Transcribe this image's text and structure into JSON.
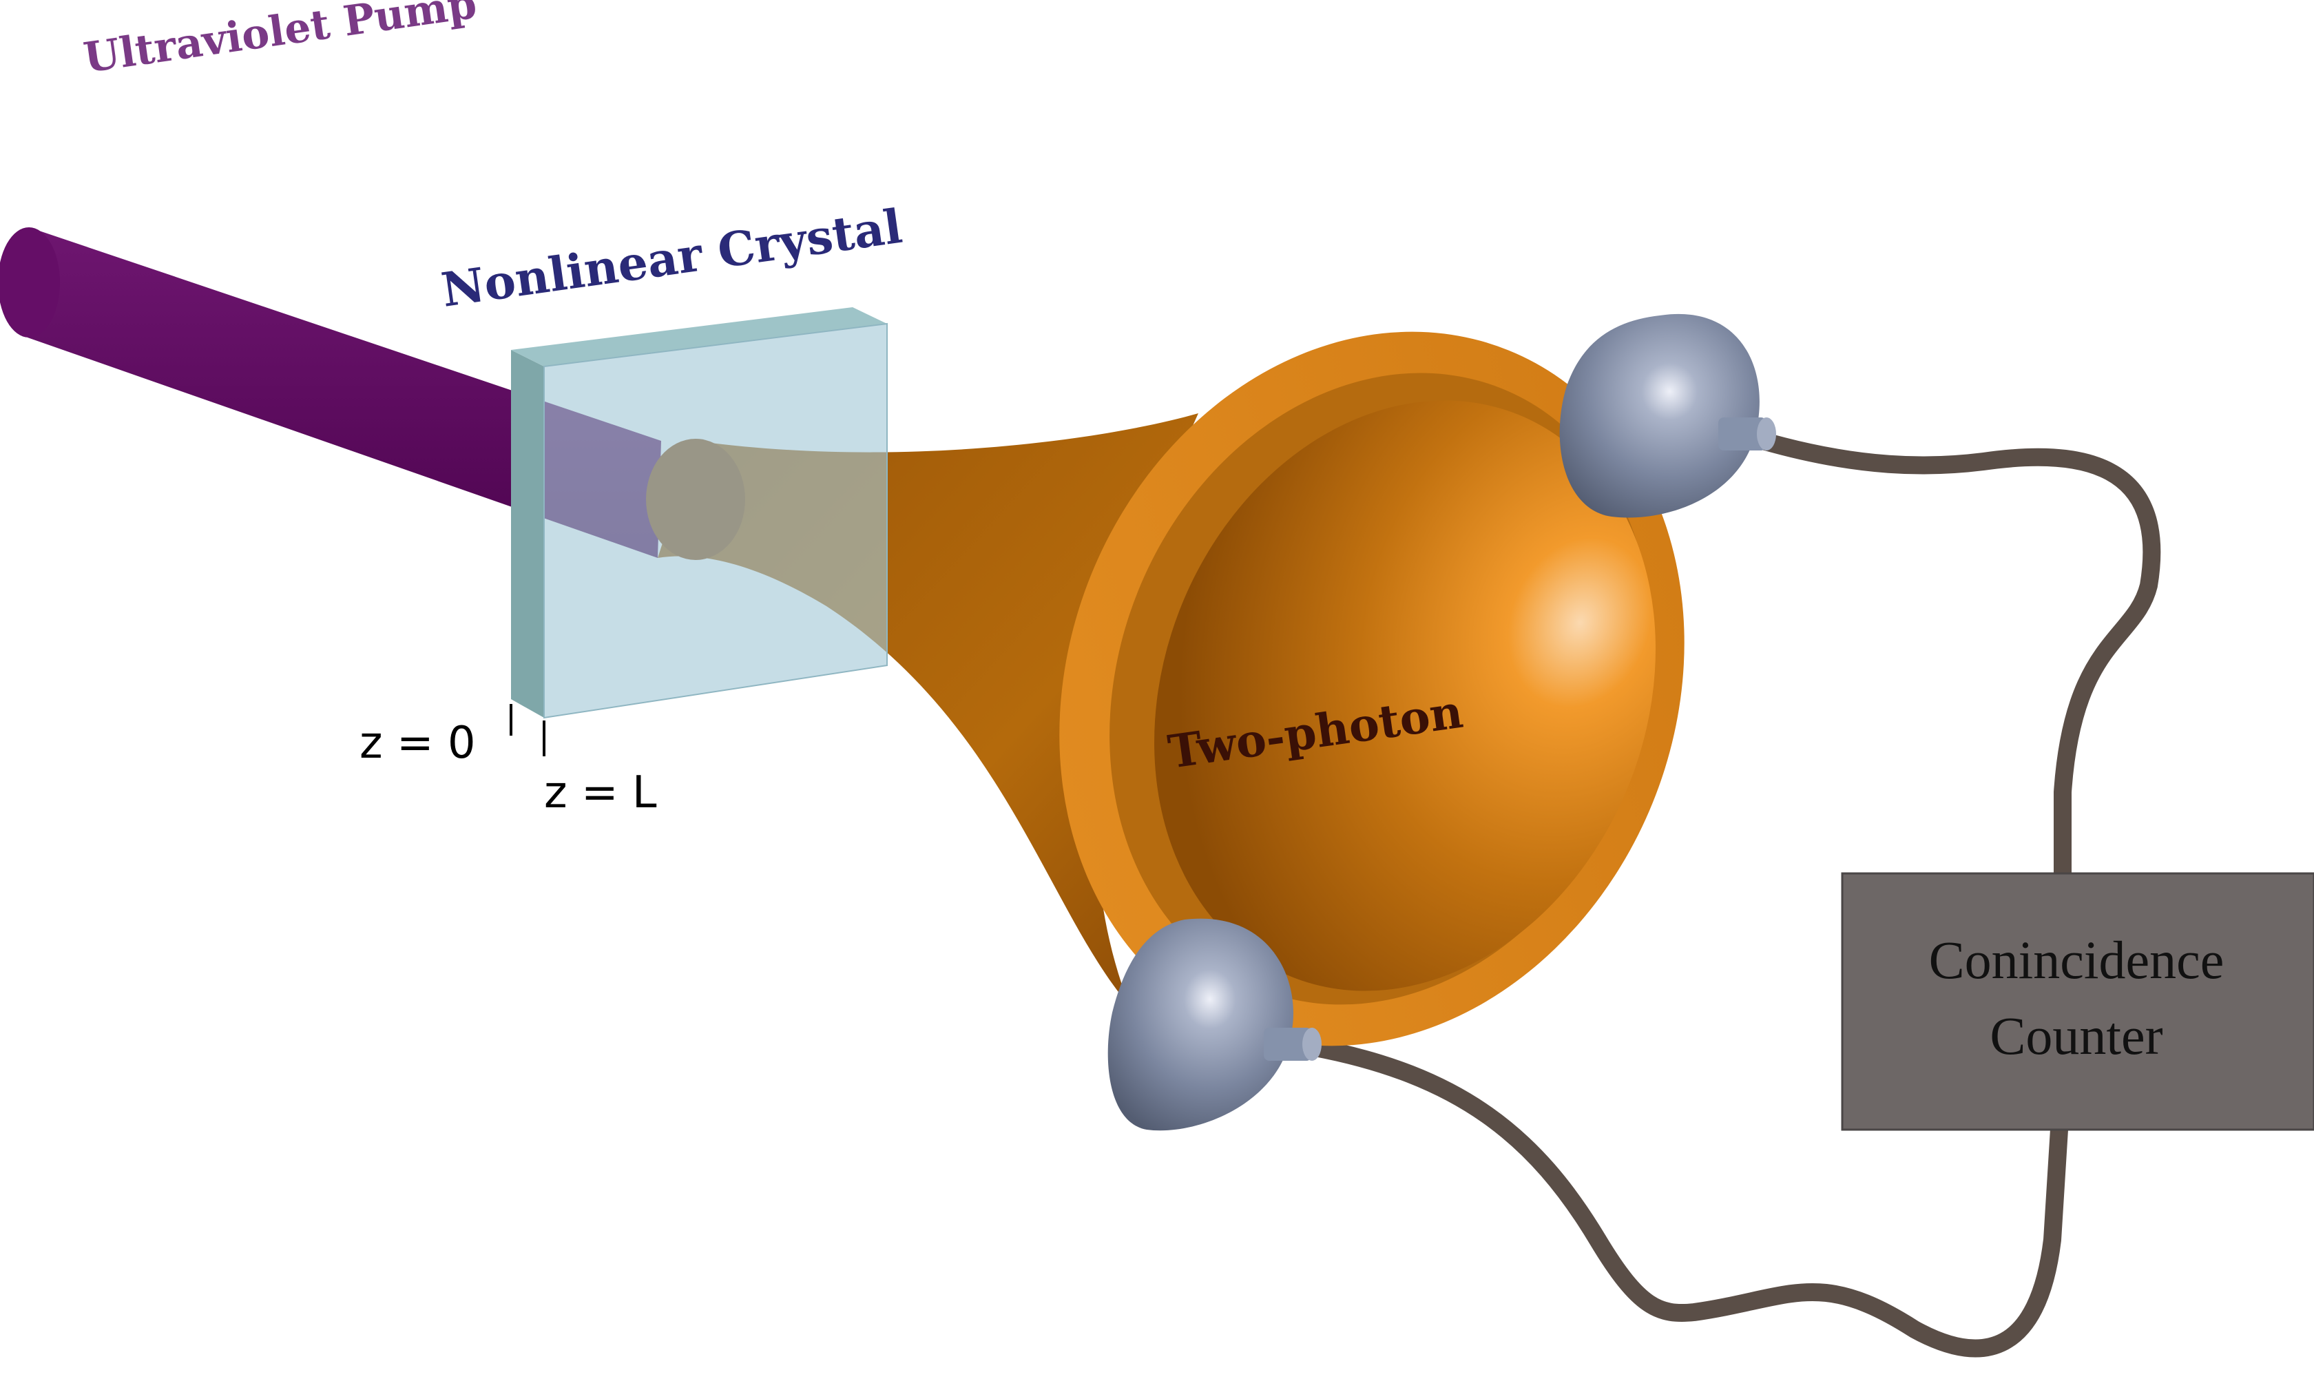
{
  "labels": {
    "pump": "Ultraviolet Pump",
    "crystal": "Nonlinear Crystal",
    "z0": "z = 0",
    "zL": "z = L",
    "cone": "Two-photon",
    "counter_line1": "Conincidence",
    "counter_line2": "Counter"
  },
  "colors": {
    "pump_label": "#7a3a86",
    "crystal_label": "#2a2a78",
    "cone_label": "#3a1006",
    "pump_beam": "#5c0a5e",
    "crystal_face": "#a3c8d6",
    "crystal_side": "#7fa7a9",
    "cone_orange": "#d5831a",
    "cone_dark": "#8a4a06",
    "detector": "#7e8aa3",
    "cable": "#5a4e47",
    "counter_box": "#6d6766"
  },
  "icons": {
    "detectors": [
      "detector-dome-icon",
      "detector-dome-icon"
    ]
  }
}
